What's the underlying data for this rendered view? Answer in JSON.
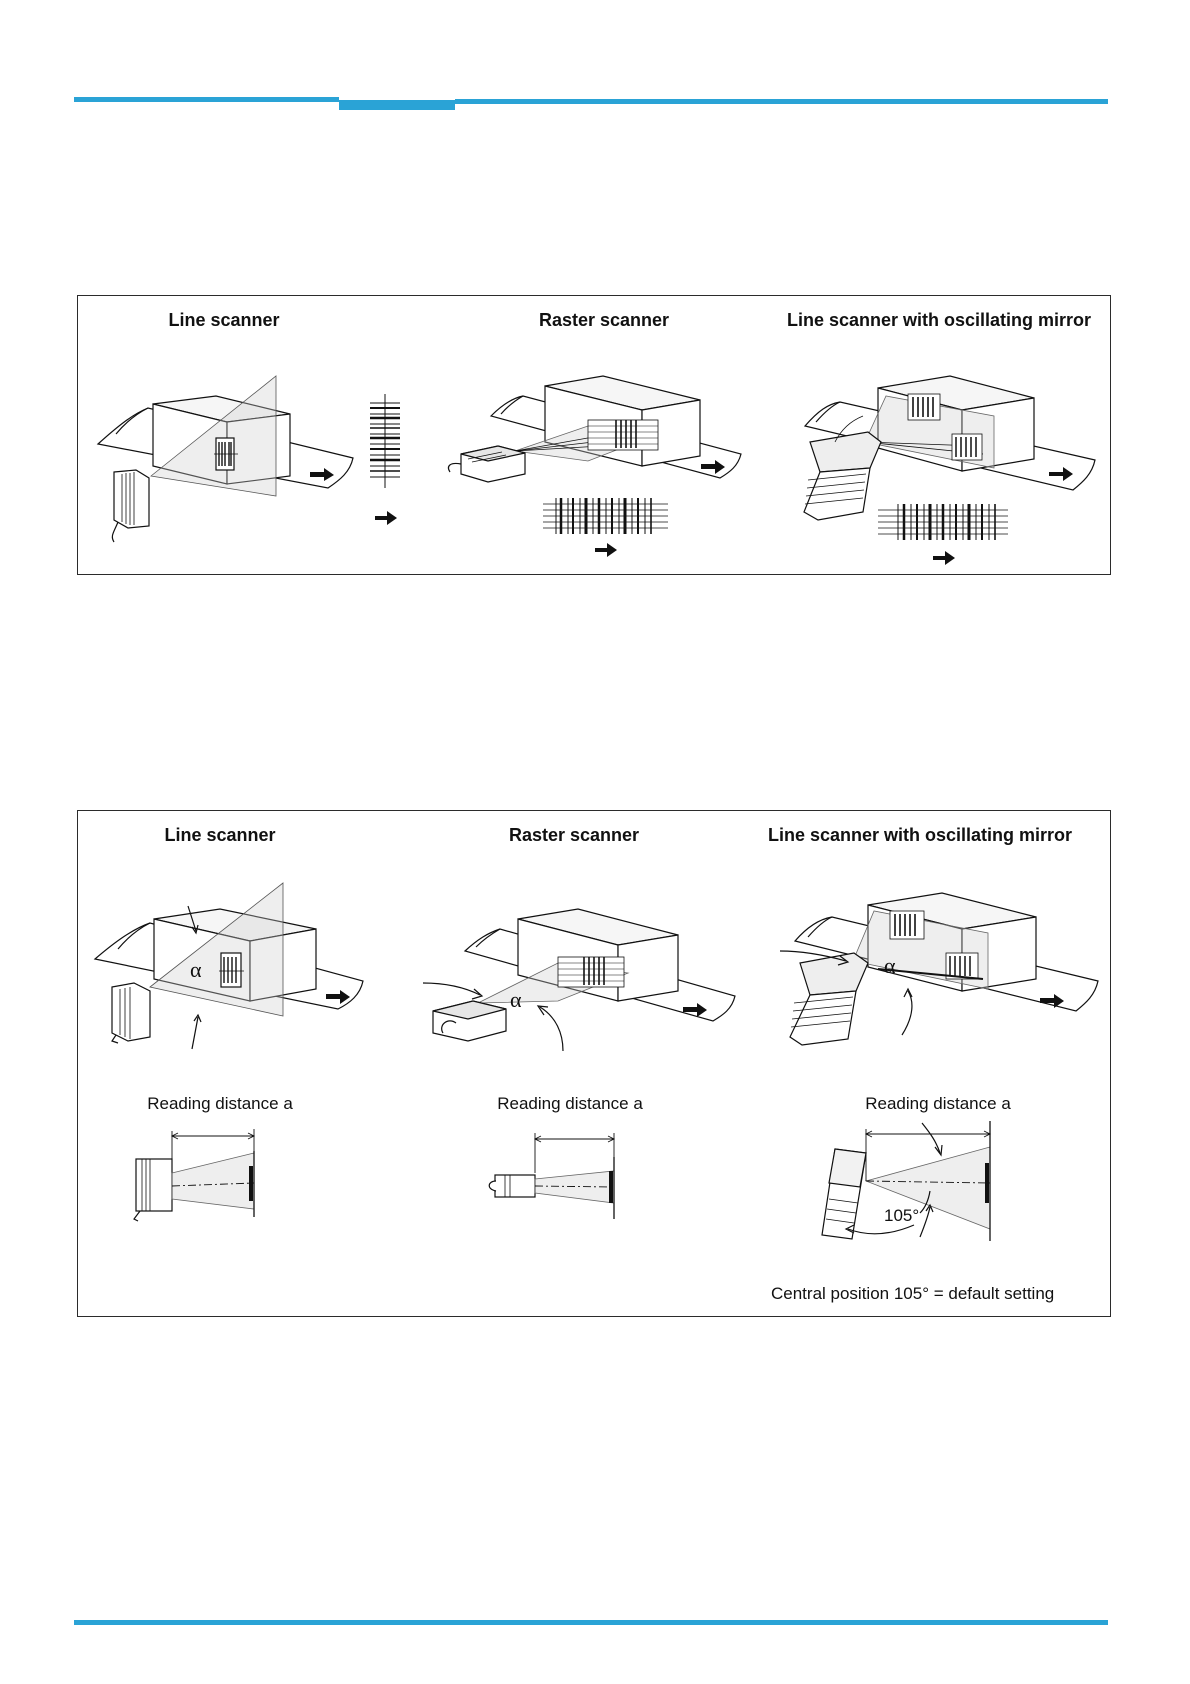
{
  "header": {
    "accent_color": "#2aa3d6"
  },
  "figure_top": {
    "titles": [
      "Line scanner",
      "Raster scanner",
      "Line scanner with oscillating mirror"
    ]
  },
  "figure_bottom": {
    "titles": [
      "Line scanner",
      "Raster scanner",
      "Line scanner with oscillating mirror"
    ],
    "angle_symbol": "α",
    "reading_distance_label": "Reading distance a",
    "angle_value": "105°",
    "central_position_note": "Central position 105° = default setting"
  }
}
